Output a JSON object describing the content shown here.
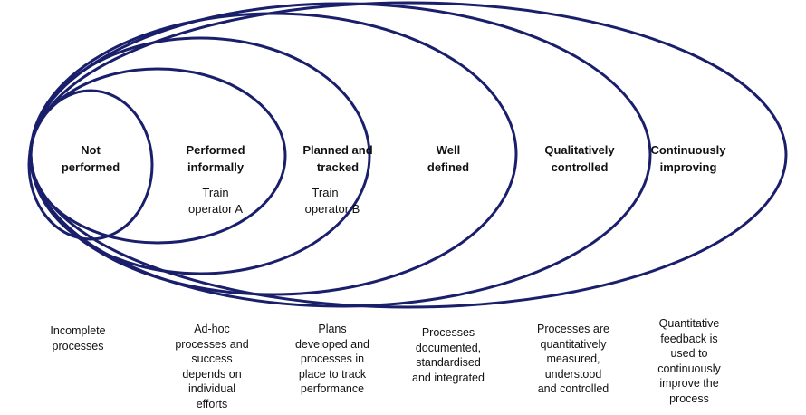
{
  "diagram": {
    "stroke_color": "#1a1f6b",
    "levels": [
      {
        "title_line1": "Not",
        "title_line2": "performed",
        "subtitle_line1": "",
        "subtitle_line2": "",
        "description": [
          "Incomplete",
          "processes"
        ]
      },
      {
        "title_line1": "Performed",
        "title_line2": "informally",
        "subtitle_line1": "Train",
        "subtitle_line2": "operator A",
        "description": [
          "Ad-hoc",
          "processes and",
          "success",
          "depends on",
          "individual",
          "efforts"
        ]
      },
      {
        "title_line1": "Planned and",
        "title_line2": "tracked",
        "subtitle_line1": "Train",
        "subtitle_line2": "operator B",
        "description": [
          "Plans",
          "developed and",
          "processes in",
          "place to track",
          "performance"
        ]
      },
      {
        "title_line1": "Well",
        "title_line2": "defined",
        "subtitle_line1": "",
        "subtitle_line2": "",
        "description": [
          "Processes",
          "documented,",
          "standardised",
          "and integrated"
        ]
      },
      {
        "title_line1": "Qualitatively",
        "title_line2": "controlled",
        "subtitle_line1": "",
        "subtitle_line2": "",
        "description": [
          "Processes are",
          "quantitatively",
          "measured,",
          "understood",
          "and controlled"
        ]
      },
      {
        "title_line1": "Continuously",
        "title_line2": "improving",
        "subtitle_line1": "",
        "subtitle_line2": "",
        "description": [
          "Quantitative",
          "feedback is",
          "used to",
          "continuously",
          "improve the",
          "process"
        ]
      }
    ]
  }
}
